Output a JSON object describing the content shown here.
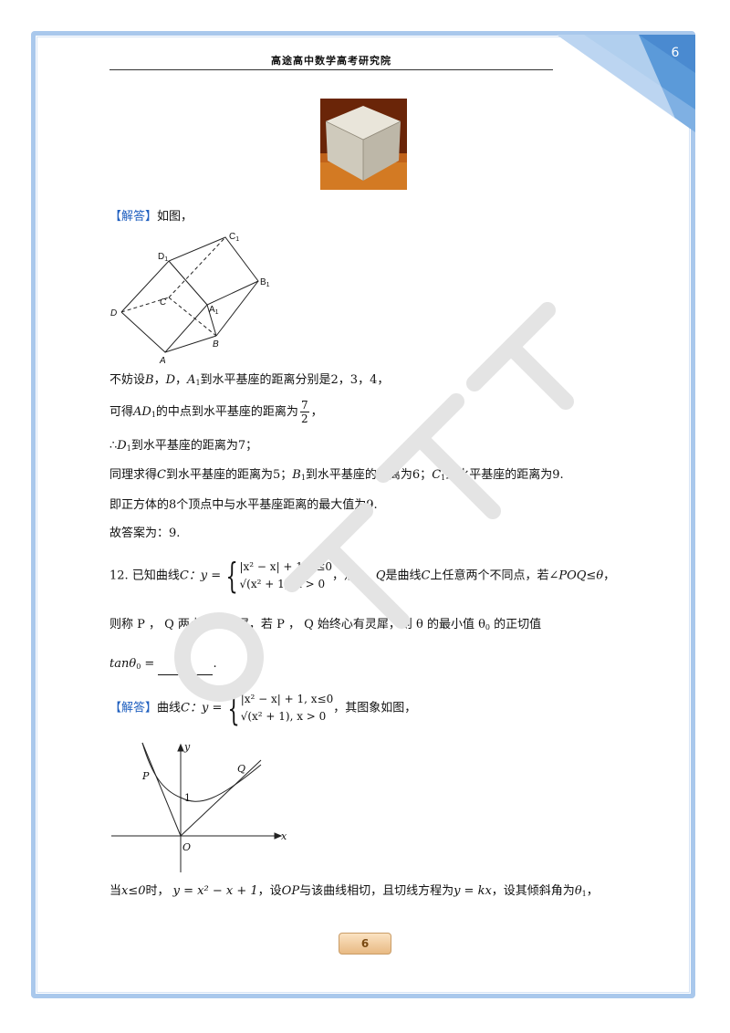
{
  "header": {
    "title": "高途高中数学高考研究院",
    "corner_page": "6"
  },
  "solution1": {
    "tag": "【解答】",
    "intro": "如图，",
    "figure_labels": {
      "C1": "C",
      "D1": "D",
      "B1": "B",
      "C": "C",
      "A1": "A",
      "D": "D",
      "B": "B",
      "A": "A",
      "sub1": "1"
    },
    "line1": {
      "pre": "不妨设",
      "B": "B",
      "sep1": "，",
      "D": "D",
      "sep2": "，",
      "A": "A",
      "A_sub": "1",
      "post": "到水平基座的距离分别是2，3，4，"
    },
    "line2": {
      "pre": "可得",
      "AD": "AD",
      "AD_sub": "1",
      "post": "的中点到水平基座的距离为",
      "num": "7",
      "den": "2",
      "end": "，"
    },
    "line3": {
      "pre": "∴",
      "D": "D",
      "D_sub": "1",
      "post": "到水平基座的距离为7；"
    },
    "line4": {
      "pre": "同理求得",
      "C": "C",
      "mid1": "到水平基座的距离为5；",
      "B": "B",
      "B_sub": "1",
      "mid2": "到水平基座的距离为6；",
      "C1": "C",
      "C1_sub": "1",
      "post": "到水平基座的距离为9."
    },
    "line5": "即正方体的8个顶点中与水平基座距离的最大值为9.",
    "line6": "故答案为：9."
  },
  "problem12": {
    "num": "12.",
    "pre": "已知曲线",
    "C": "C",
    "colon_y": "：y =",
    "case1": "|x² − x| + 1, x≤0",
    "case2": "√(x² + 1), x > 0",
    "after": "，点",
    "P": "P",
    "comma": "，",
    "Q": "Q",
    "mid": "是曲线",
    "mid2": "上任意两个不同点，若",
    "angle": "∠POQ≤θ",
    "end": "，",
    "line2": "则称 P ， Q 两点心有灵犀，若 P ， Q 始终心有灵犀，则 θ 的最小值 θ",
    "line2_sub": "0",
    "line2_end": " 的正切值",
    "tan": "tanθ",
    "tan_sub": "0",
    "eq": " = ",
    "period": "."
  },
  "solution2": {
    "tag": "【解答】",
    "pre": "曲线",
    "C": "C",
    "colon_y": "：y =",
    "case1": "|x² − x| + 1, x≤0",
    "case2": "√(x² + 1), x > 0",
    "post": "，其图象如图，",
    "graph_labels": {
      "y": "y",
      "x": "x",
      "O": "O",
      "P": "P",
      "Q": "Q",
      "one": "1"
    },
    "last": {
      "pre": "当",
      "cond": "x≤0",
      "mid1": "时，",
      "eq": "y = x² − x + 1",
      "mid2": "，设",
      "OP": "OP",
      "mid3": "与该曲线相切，且切线方程为",
      "eq2": "y = kx",
      "mid4": "，设其倾斜角为",
      "theta": "θ",
      "theta_sub": "1",
      "end": "，"
    }
  },
  "footer": {
    "page": "6"
  },
  "colors": {
    "frame": "#a9c8ec",
    "tag": "#1f5fbf",
    "button": "#e8b983"
  }
}
